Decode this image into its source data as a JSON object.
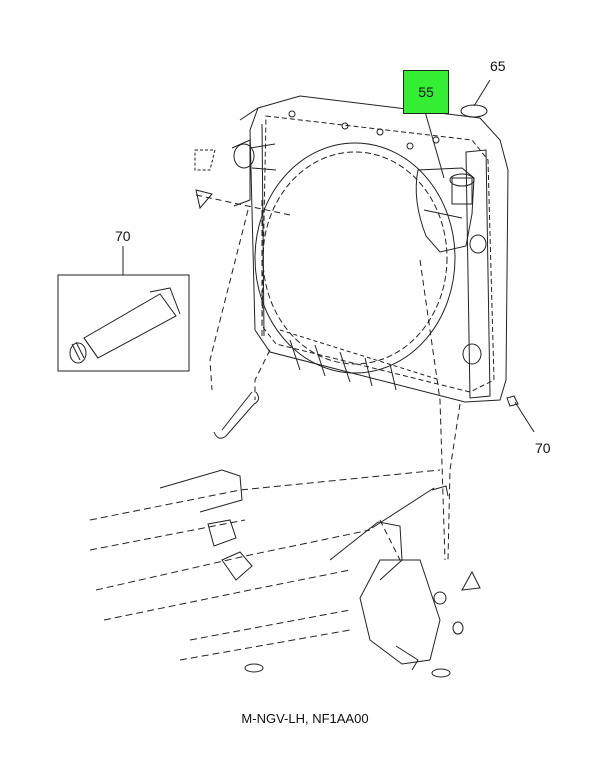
{
  "callouts": {
    "part_55": "55",
    "part_65": "65",
    "part_70_tube": "70",
    "part_70_bolt": "70"
  },
  "caption": "M-NGV-LH, NF1AA00",
  "colors": {
    "highlight": "#33ee33",
    "line": "#222222"
  }
}
